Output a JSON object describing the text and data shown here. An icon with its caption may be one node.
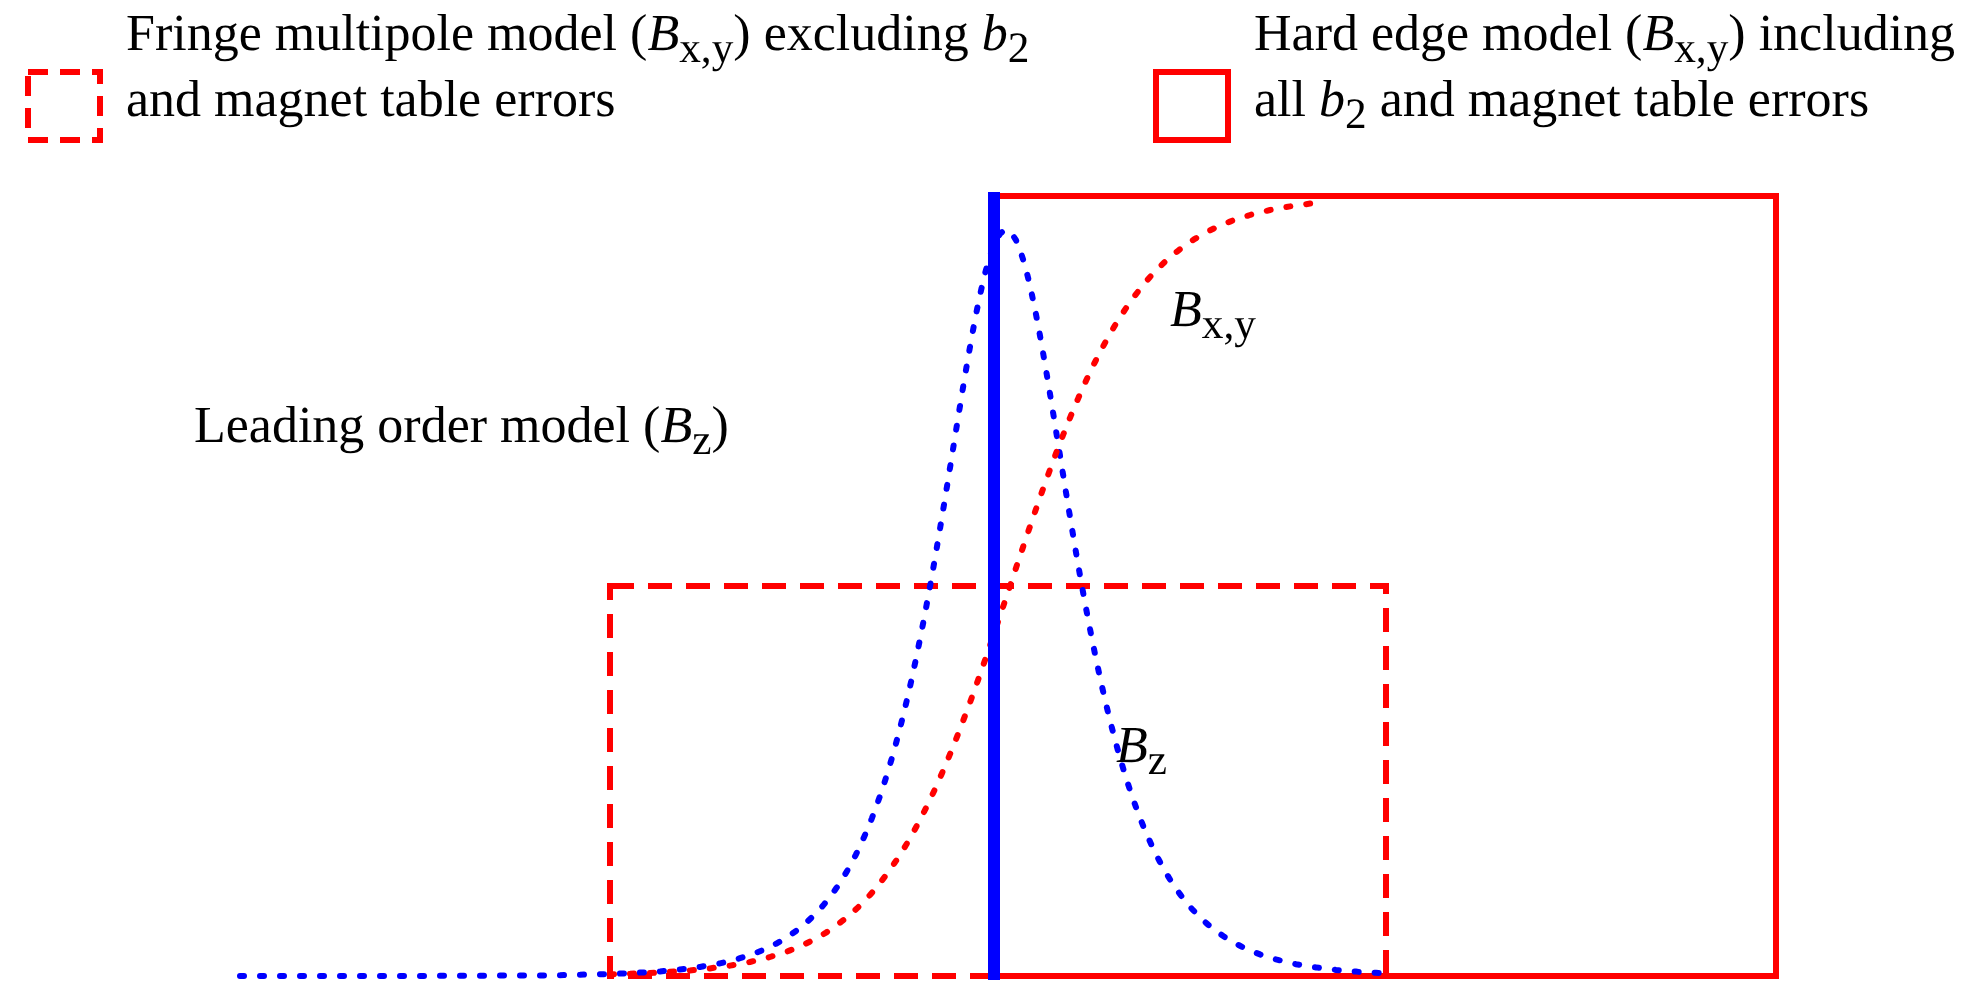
{
  "diagram": {
    "labels": [
      "Leading order model (*B*$_{z}$)",
      "*B*$_{x,y}$",
      "*B*$_{z}$"
    ],
    "legend": [
      {
        "text": "Fringe multipole model (*B*$_{x,y}$) excluding *b*$_{2}$ and magnet table errors"
      },
      {
        "text": "Hard edge model (*B*$_{x,y}$) including all *b*$_{2}$ and magnet table errors"
      }
    ]
  }
}
